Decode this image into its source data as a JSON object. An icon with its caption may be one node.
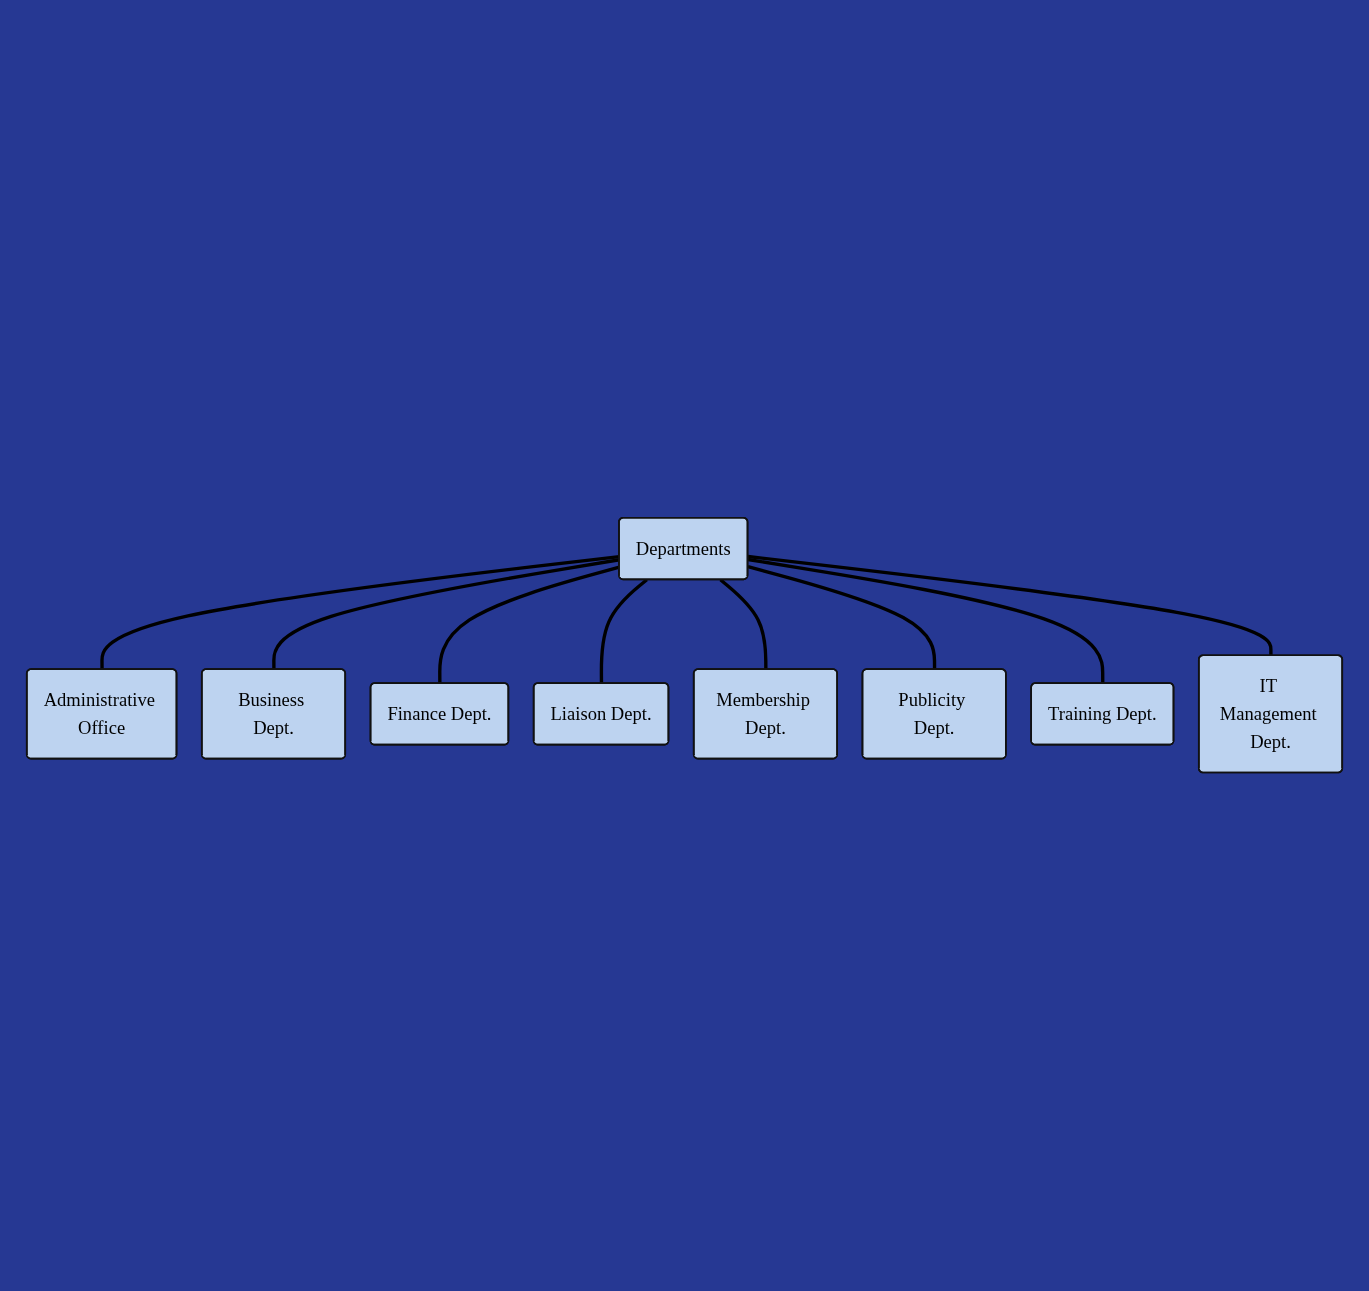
{
  "diagram": {
    "nodes": [
      {
        "text": [
          "Departments"
        ]
      },
      {
        "text": [
          "Administrative Office"
        ]
      },
      {
        "text": [
          "Business Dept."
        ]
      },
      {
        "text": [
          "Finance Dept."
        ]
      },
      {
        "text": [
          "Liaison Dept."
        ]
      },
      {
        "text": [
          "Membership Dept."
        ]
      },
      {
        "text": [
          "Publicity Dept."
        ]
      },
      {
        "text": [
          "Training Dept."
        ]
      },
      {
        "text": [
          "IT Management Dept."
        ]
      }
    ],
    "edges": [
      {
        "from": 0,
        "to": 1,
        "arrow": "none"
      },
      {
        "from": 0,
        "to": 2,
        "arrow": "none"
      },
      {
        "from": 0,
        "to": 3,
        "arrow": "none"
      },
      {
        "from": 0,
        "to": 4,
        "arrow": "none"
      },
      {
        "from": 0,
        "to": 5,
        "arrow": "none"
      },
      {
        "from": 0,
        "to": 6,
        "arrow": "none"
      },
      {
        "from": 0,
        "to": 7,
        "arrow": "none"
      },
      {
        "from": 0,
        "to": 8,
        "arrow": "none"
      }
    ]
  }
}
